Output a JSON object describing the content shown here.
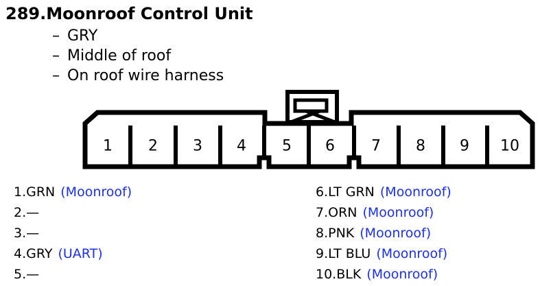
{
  "title": "289.Moonroof Control Unit",
  "details": [
    {
      "dash": "–",
      "text": "GRY"
    },
    {
      "dash": "–",
      "text": "Middle of roof"
    },
    {
      "dash": "–",
      "text": "On roof wire harness"
    }
  ],
  "connector": {
    "pins": [
      "1",
      "2",
      "3",
      "4",
      "5",
      "6",
      "7",
      "8",
      "9",
      "10"
    ]
  },
  "pin_list_left": [
    {
      "label": "1.GRN",
      "func": "(Moonroof)"
    },
    {
      "label": "2.—",
      "func": ""
    },
    {
      "label": "3.—",
      "func": ""
    },
    {
      "label": "4.GRY",
      "func": "(UART)"
    },
    {
      "label": "5.—",
      "func": ""
    }
  ],
  "pin_list_right": [
    {
      "label": "6.LT GRN",
      "func": "(Moonroof)"
    },
    {
      "label": "7.ORN",
      "func": "(Moonroof)"
    },
    {
      "label": "8.PNK",
      "func": "(Moonroof)"
    },
    {
      "label": "9.LT BLU",
      "func": "(Moonroof)"
    },
    {
      "label": "10.BLK",
      "func": "(Moonroof)"
    }
  ],
  "colors": {
    "function_text": "#1a2ff0",
    "outline": "#000000"
  }
}
